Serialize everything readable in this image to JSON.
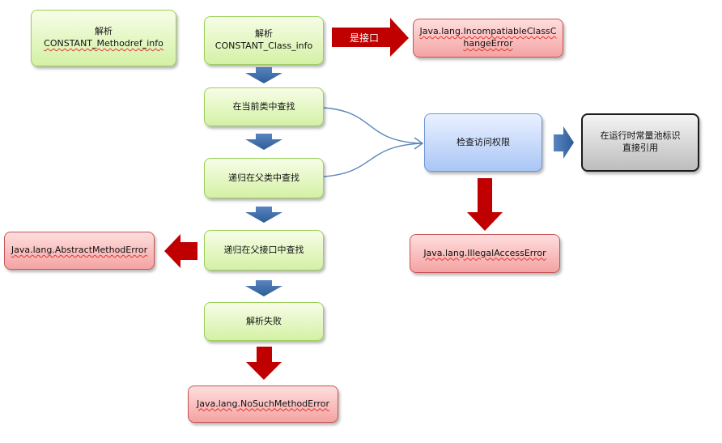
{
  "nodes": {
    "parse_methodref": {
      "line1": "解析",
      "line2": "CONSTANT_Methodref_info"
    },
    "parse_class": {
      "line1": "解析",
      "line2": "CONSTANT_Class_info"
    },
    "incompatible_error": {
      "line1": "Java.lang.IncompatiableClassC",
      "line2": "hangeError"
    },
    "find_current": {
      "label": "在当前类中查找"
    },
    "find_parent": {
      "label": "递归在父类中查找"
    },
    "find_interface": {
      "label": "递归在父接口中查找"
    },
    "parse_fail": {
      "label": "解析失败"
    },
    "abstract_error": {
      "label": "Java.lang.AbstractMethodError"
    },
    "nosuch_error": {
      "label": "Java.lang.NoSuchMethodError"
    },
    "check_access": {
      "label": "检查访问权限"
    },
    "illegal_error": {
      "label": "Java.lang.IllegalAccessError"
    },
    "direct_ref": {
      "line1": "在运行时常量池标识",
      "line2": "直接引用"
    }
  },
  "edges": {
    "is_interface_label": "是接口"
  },
  "colors": {
    "green_border": "#9bcf58",
    "red_border": "#c85454",
    "blue_border": "#6f95d8",
    "blue_arrow": "#3f6daa",
    "red_arrow": "#c00000",
    "connector": "#5b87b9"
  }
}
